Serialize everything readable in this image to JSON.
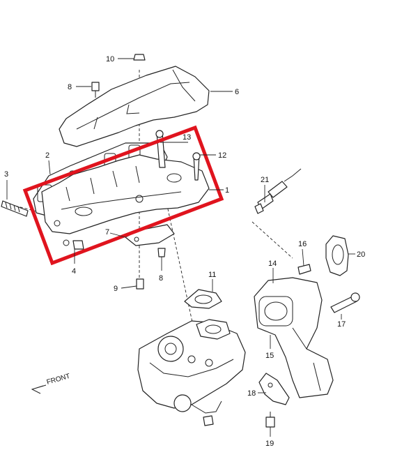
{
  "callouts": [
    "1",
    "2",
    "3",
    "4",
    "6",
    "7",
    "8",
    "8",
    "9",
    "10",
    "11",
    "12",
    "13",
    "14",
    "15",
    "16",
    "17",
    "18",
    "19",
    "20",
    "21"
  ],
  "direction_label": "FRONT",
  "highlight_color": "#e0141e"
}
